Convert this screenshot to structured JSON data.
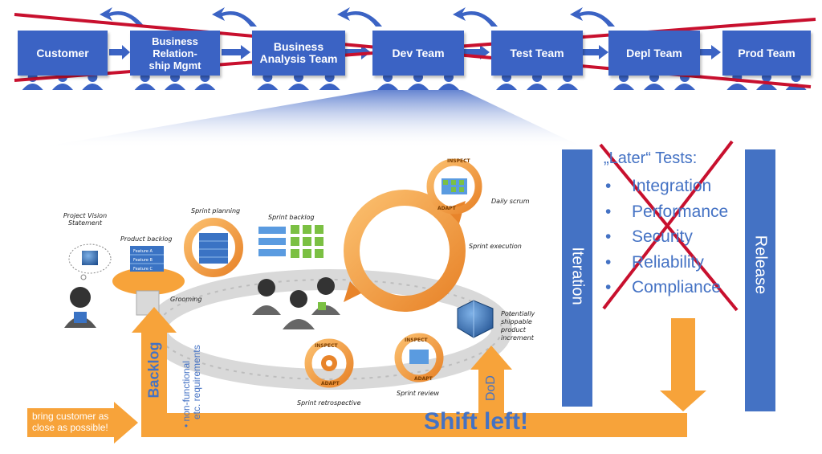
{
  "colors": {
    "team_blue": "#3b63c4",
    "bar_blue": "#4472c4",
    "orange": "#f7a33a",
    "strike_red": "#c8102e"
  },
  "pipeline": {
    "teams": [
      {
        "label_lines": [
          "Customer"
        ]
      },
      {
        "label_lines": [
          "Business",
          "Relation-",
          "ship Mgmt"
        ]
      },
      {
        "label_lines": [
          "Business",
          "Analysis Team"
        ]
      },
      {
        "label_lines": [
          "Dev Team"
        ]
      },
      {
        "label_lines": [
          "Test Team"
        ]
      },
      {
        "label_lines": [
          "Depl Team"
        ]
      },
      {
        "label_lines": [
          "Prod Team"
        ]
      }
    ]
  },
  "scrum": {
    "project_vision": "Project Vision Statement",
    "product_backlog": "Product backlog",
    "backlog_items": [
      "Feature A",
      "Feature B",
      "Feature C"
    ],
    "sprint_planning": "Sprint planning",
    "sprint_backlog": "Sprint backlog",
    "daily_scrum": "Daily scrum",
    "sprint_execution": "Sprint execution",
    "grooming": "Grooming",
    "potentially_shippable": "Potentially shippable product increment",
    "sprint_retrospective": "Sprint retrospective",
    "sprint_review": "Sprint review",
    "inspect": "INSPECT",
    "adapt": "ADAPT"
  },
  "labels": {
    "backlog": "Backlog",
    "nfr_line1": "non-functional",
    "nfr_line2": "etc. requirements",
    "nfr_bullet": "•",
    "dod": "DoD",
    "iteration": "Iteration",
    "release": "Release",
    "shift_left": "Shift left!",
    "bring_customer_line1": "bring customer as",
    "bring_customer_line2": "close as possible!"
  },
  "later_tests": {
    "title": "„Later“ Tests:",
    "items": [
      "Integration",
      "Performance",
      "Security",
      "Reliability",
      "Compliance"
    ],
    "bullet": "•"
  }
}
